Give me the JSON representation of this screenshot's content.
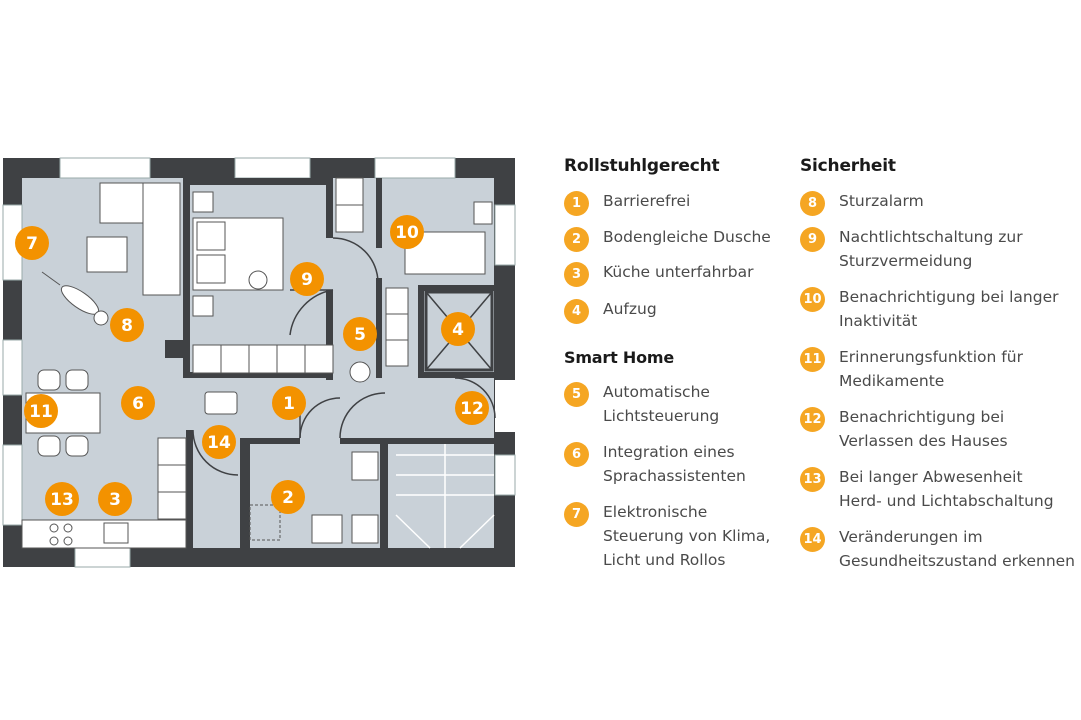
{
  "colors": {
    "accent": "#f39200",
    "badge": "#f5a623",
    "wall": "#3f4144",
    "floor": "#c9d1d8",
    "furniture": "#ffffff"
  },
  "sections": {
    "rollstuhl": {
      "title": "Rollstuhlgerecht",
      "items": [
        {
          "num": "1",
          "line1": "Barrierefrei",
          "line2": ""
        },
        {
          "num": "2",
          "line1": "Bodengleiche Dusche",
          "line2": ""
        },
        {
          "num": "3",
          "line1": "Küche unterfahrbar",
          "line2": ""
        },
        {
          "num": "4",
          "line1": "Aufzug",
          "line2": ""
        }
      ]
    },
    "smarthome": {
      "title": "Smart Home",
      "items": [
        {
          "num": "5",
          "line1": "Automatische",
          "line2": "Lichtsteuerung"
        },
        {
          "num": "6",
          "line1": "Integration eines",
          "line2": "Sprachassistenten"
        },
        {
          "num": "7",
          "line1": "Elektronische",
          "line2": "Steuerung von Klima,",
          "line3": "Licht und Rollos"
        }
      ]
    },
    "sicherheit": {
      "title": "Sicherheit",
      "items": [
        {
          "num": "8",
          "line1": "Sturzalarm",
          "line2": ""
        },
        {
          "num": "9",
          "line1": "Nachtlichtschaltung zur",
          "line2": "Sturzvermeidung"
        },
        {
          "num": "10",
          "line1": "Benachrichtigung bei langer",
          "line2": "Inaktivität"
        },
        {
          "num": "11",
          "line1": "Erinnerungsfunktion für",
          "line2": "Medikamente"
        },
        {
          "num": "12",
          "line1": "Benachrichtigung bei",
          "line2": "Verlassen des Hauses"
        },
        {
          "num": "13",
          "line1": "Bei langer Abwesenheit",
          "line2": "Herd- und Lichtabschaltung"
        },
        {
          "num": "14",
          "line1": "Veränderungen im",
          "line2": "Gesundheitszustand erkennen"
        }
      ]
    }
  },
  "markers": [
    "1",
    "2",
    "3",
    "4",
    "5",
    "6",
    "7",
    "8",
    "9",
    "10",
    "11",
    "12",
    "13",
    "14"
  ]
}
